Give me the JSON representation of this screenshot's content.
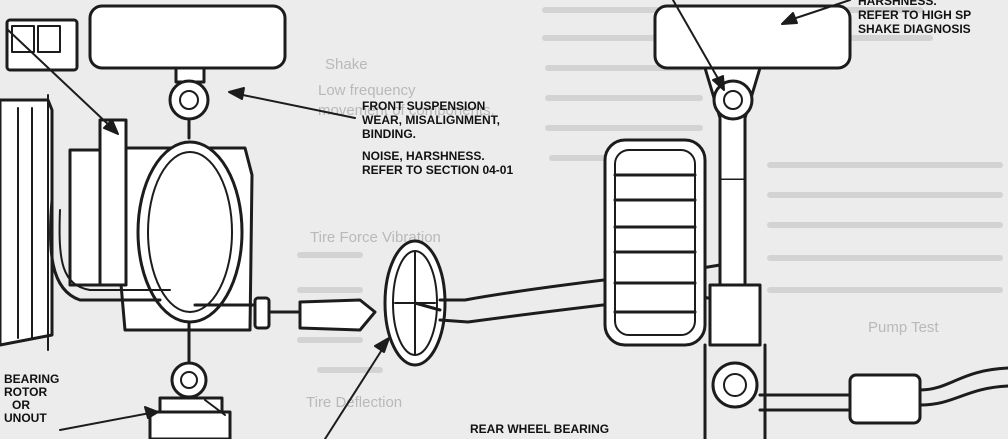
{
  "background_text": {
    "shake_heading": "Shake",
    "shake_desc_1": "Low frequency",
    "shake_desc_2": "movement of components.",
    "tire_force": "Tire Force Vibration",
    "tire_deflection": "Tire Deflection",
    "pump_test": "Pump Test"
  },
  "callouts": {
    "front_suspension": {
      "lines": [
        "FRONT SUSPENSION",
        "WEAR, MISALIGNMENT,",
        "BINDING."
      ]
    },
    "noise_harshness": {
      "lines": [
        "NOISE, HARSHNESS.",
        "REFER TO SECTION 04-01"
      ]
    },
    "high_speed_shake": {
      "lines": [
        "HARSHNESS.",
        "REFER TO HIGH SP",
        "SHAKE DIAGNOSIS"
      ]
    },
    "front_bearing": {
      "lines": [
        "BEARING",
        "ROTOR",
        "OR",
        "UNOUT"
      ]
    },
    "rear_wheel_bearing": {
      "lines": [
        "REAR WHEEL BEARING"
      ]
    }
  }
}
